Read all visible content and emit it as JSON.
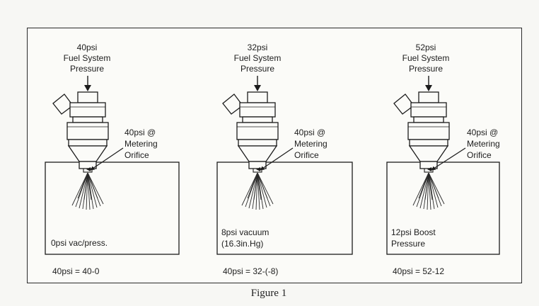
{
  "figure_caption": "Figure 1",
  "panels": [
    {
      "supply_pressure": "40psi",
      "supply_label_1": "Fuel System",
      "supply_label_2": "Pressure",
      "orifice_pressure": "40psi @",
      "orifice_label_1": "Metering",
      "orifice_label_2": "Orifice",
      "manifold_line_1": "0psi vac/press.",
      "manifold_line_2": "",
      "equation": "40psi = 40-0"
    },
    {
      "supply_pressure": "32psi",
      "supply_label_1": "Fuel System",
      "supply_label_2": "Pressure",
      "orifice_pressure": "40psi @",
      "orifice_label_1": "Metering",
      "orifice_label_2": "Orifice",
      "manifold_line_1": "8psi vacuum",
      "manifold_line_2": "(16.3in.Hg)",
      "equation": "40psi = 32-(-8)"
    },
    {
      "supply_pressure": "52psi",
      "supply_label_1": "Fuel System",
      "supply_label_2": "Pressure",
      "orifice_pressure": "40psi @",
      "orifice_label_1": "Metering",
      "orifice_label_2": "Orifice",
      "manifold_line_1": "12psi Boost",
      "manifold_line_2": "Pressure",
      "equation": "40psi = 52-12"
    }
  ]
}
